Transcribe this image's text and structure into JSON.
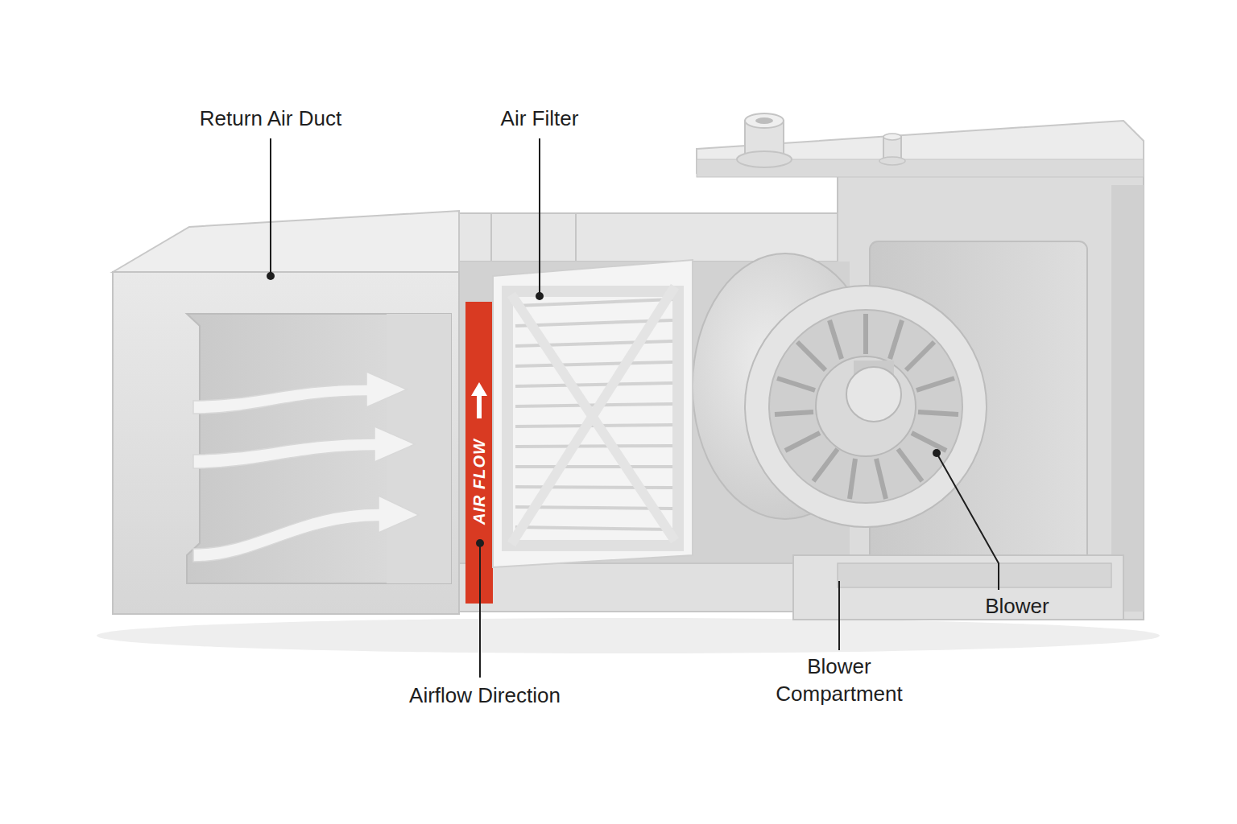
{
  "diagram": {
    "labels": [
      "Return Air Duct",
      "Air Filter",
      "AIR FLOW",
      "Airflow Direction",
      "Blower Compartment",
      "Blower"
    ]
  }
}
